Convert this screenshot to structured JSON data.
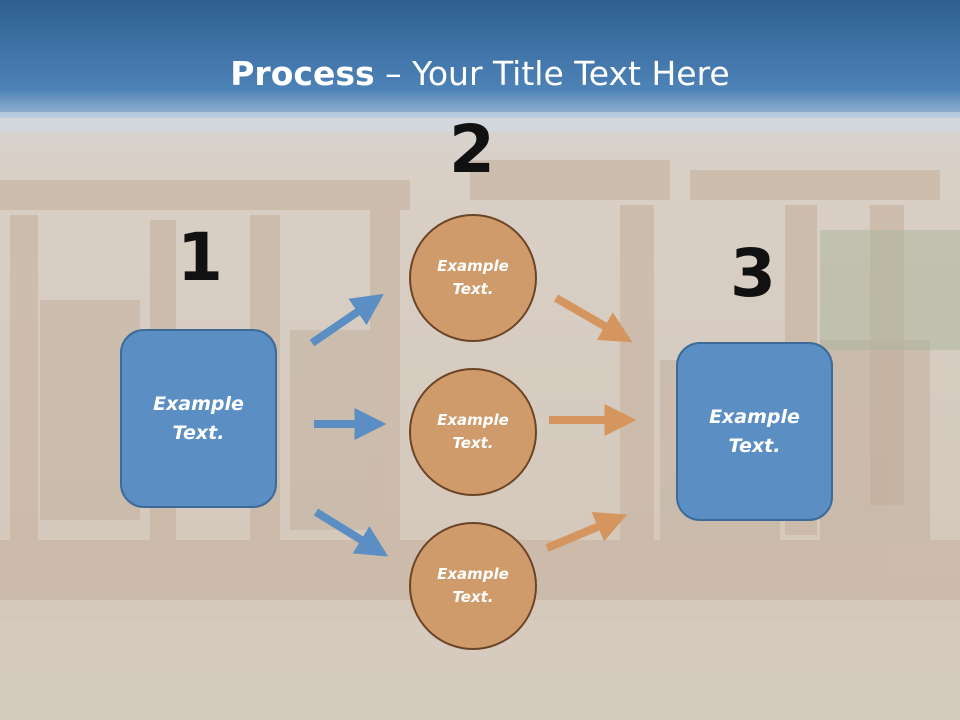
{
  "slide": {
    "title_bold": "Process",
    "title_rest": " – Your Title Text Here",
    "step_numbers": [
      "1",
      "2",
      "3"
    ],
    "left_box": {
      "text": "Example\nText."
    },
    "right_box": {
      "text": "Example\nText."
    },
    "circles": [
      {
        "text": "Example\nText."
      },
      {
        "text": "Example\nText."
      },
      {
        "text": "Example\nText."
      }
    ]
  },
  "colors": {
    "header_blue": "#3a6fa3",
    "box_blue": "#5b8ec3",
    "circle_orange": "#cf9b6a",
    "arrow_blue": "#5b8ec3",
    "arrow_orange": "#d4965e"
  }
}
